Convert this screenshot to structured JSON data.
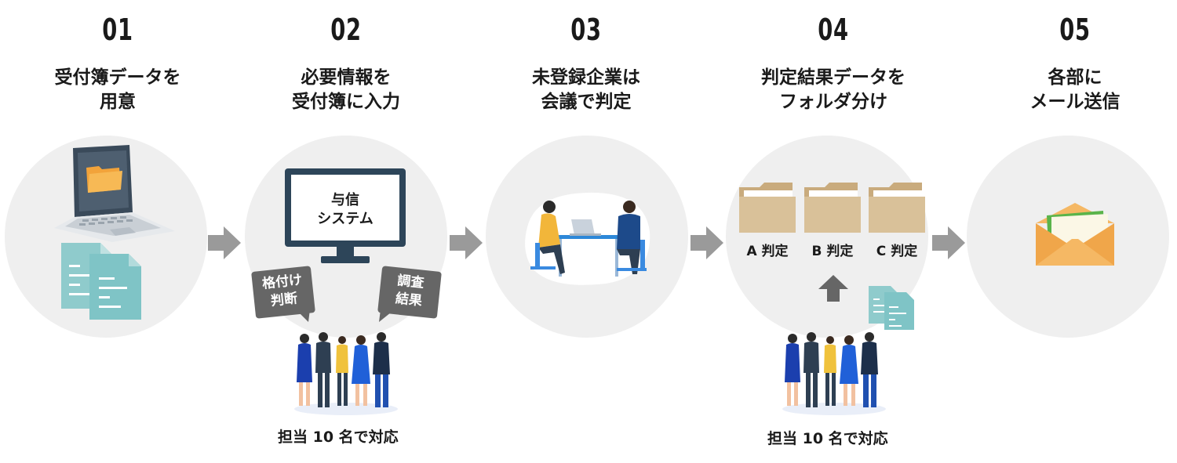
{
  "steps": [
    {
      "number": "01",
      "title": "受付簿データを\n用意"
    },
    {
      "number": "02",
      "title": "必要情報を\n受付簿に入力"
    },
    {
      "number": "03",
      "title": "未登録企業は\n会議で判定"
    },
    {
      "number": "04",
      "title": "判定結果データを\nフォルダ分け"
    },
    {
      "number": "05",
      "title": "各部に\nメール送信"
    }
  ],
  "monitor": {
    "label": "与信\nシステム"
  },
  "bubbles": {
    "left": "格付け\n判断",
    "right": "調査\n結果"
  },
  "staff_captions": {
    "step2": "担当 10 名で対応",
    "step4": "担当 10 名で対応"
  },
  "folders": [
    {
      "label": "A 判定"
    },
    {
      "label": "B 判定"
    },
    {
      "label": "C 判定"
    }
  ],
  "icons": [
    "laptop-icon",
    "folder-icon",
    "document-icon",
    "monitor-icon",
    "speech-bubble-icon",
    "people-group-icon",
    "meeting-icon",
    "folder-icon",
    "up-arrow-icon",
    "envelope-icon",
    "right-arrow-icon"
  ],
  "colors": {
    "circle": "#efefef",
    "arrow": "#9a9a9a",
    "folder": "#d9c199",
    "document": "#7fc4c6",
    "envelope": "#f0a64a",
    "bubble": "#666666",
    "monitor": "#2d4559"
  }
}
